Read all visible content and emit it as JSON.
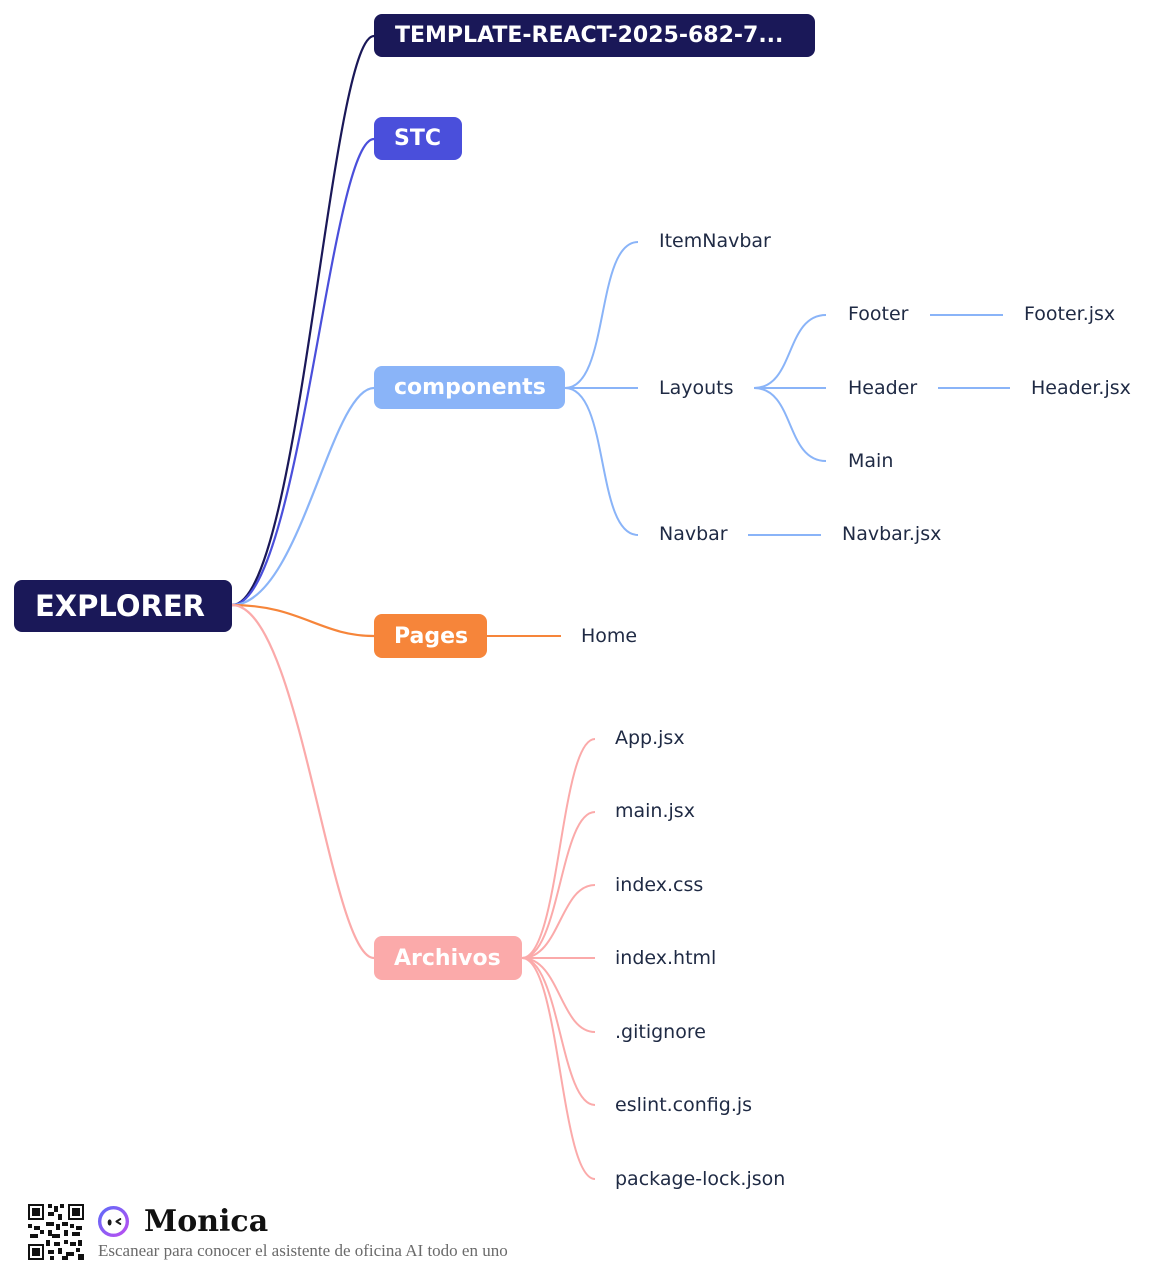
{
  "root": {
    "label": "EXPLORER",
    "color": "#1a1858"
  },
  "branches": [
    {
      "id": "tpl",
      "label": "TEMPLATE-REACT-2025-682-7...",
      "color": "#1a1858"
    },
    {
      "id": "stc",
      "label": "STC",
      "color": "#4a4fdb"
    },
    {
      "id": "comp",
      "label": "components",
      "color": "#8ab4f8"
    },
    {
      "id": "pages",
      "label": "Pages",
      "color": "#f6853a"
    },
    {
      "id": "arch",
      "label": "Archivos",
      "color": "#fbaaaa"
    }
  ],
  "components": {
    "item_navbar": "ItemNavbar",
    "layouts": "Layouts",
    "footer": "Footer",
    "footer_jsx": "Footer.jsx",
    "header": "Header",
    "header_jsx": "Header.jsx",
    "main": "Main",
    "navbar": "Navbar",
    "navbar_jsx": "Navbar.jsx"
  },
  "pages": {
    "home": "Home"
  },
  "archivos": {
    "files": [
      "App.jsx",
      "main.jsx",
      "index.css",
      "index.html",
      ".gitignore",
      "eslint.config.js",
      "package-lock.json"
    ]
  },
  "footer": {
    "brand": "Monica",
    "tagline": "Escanear para conocer el asistente de oficina AI todo en uno",
    "qr_icon": "qr-code-icon",
    "logo_icon": "monica-logo-icon"
  }
}
